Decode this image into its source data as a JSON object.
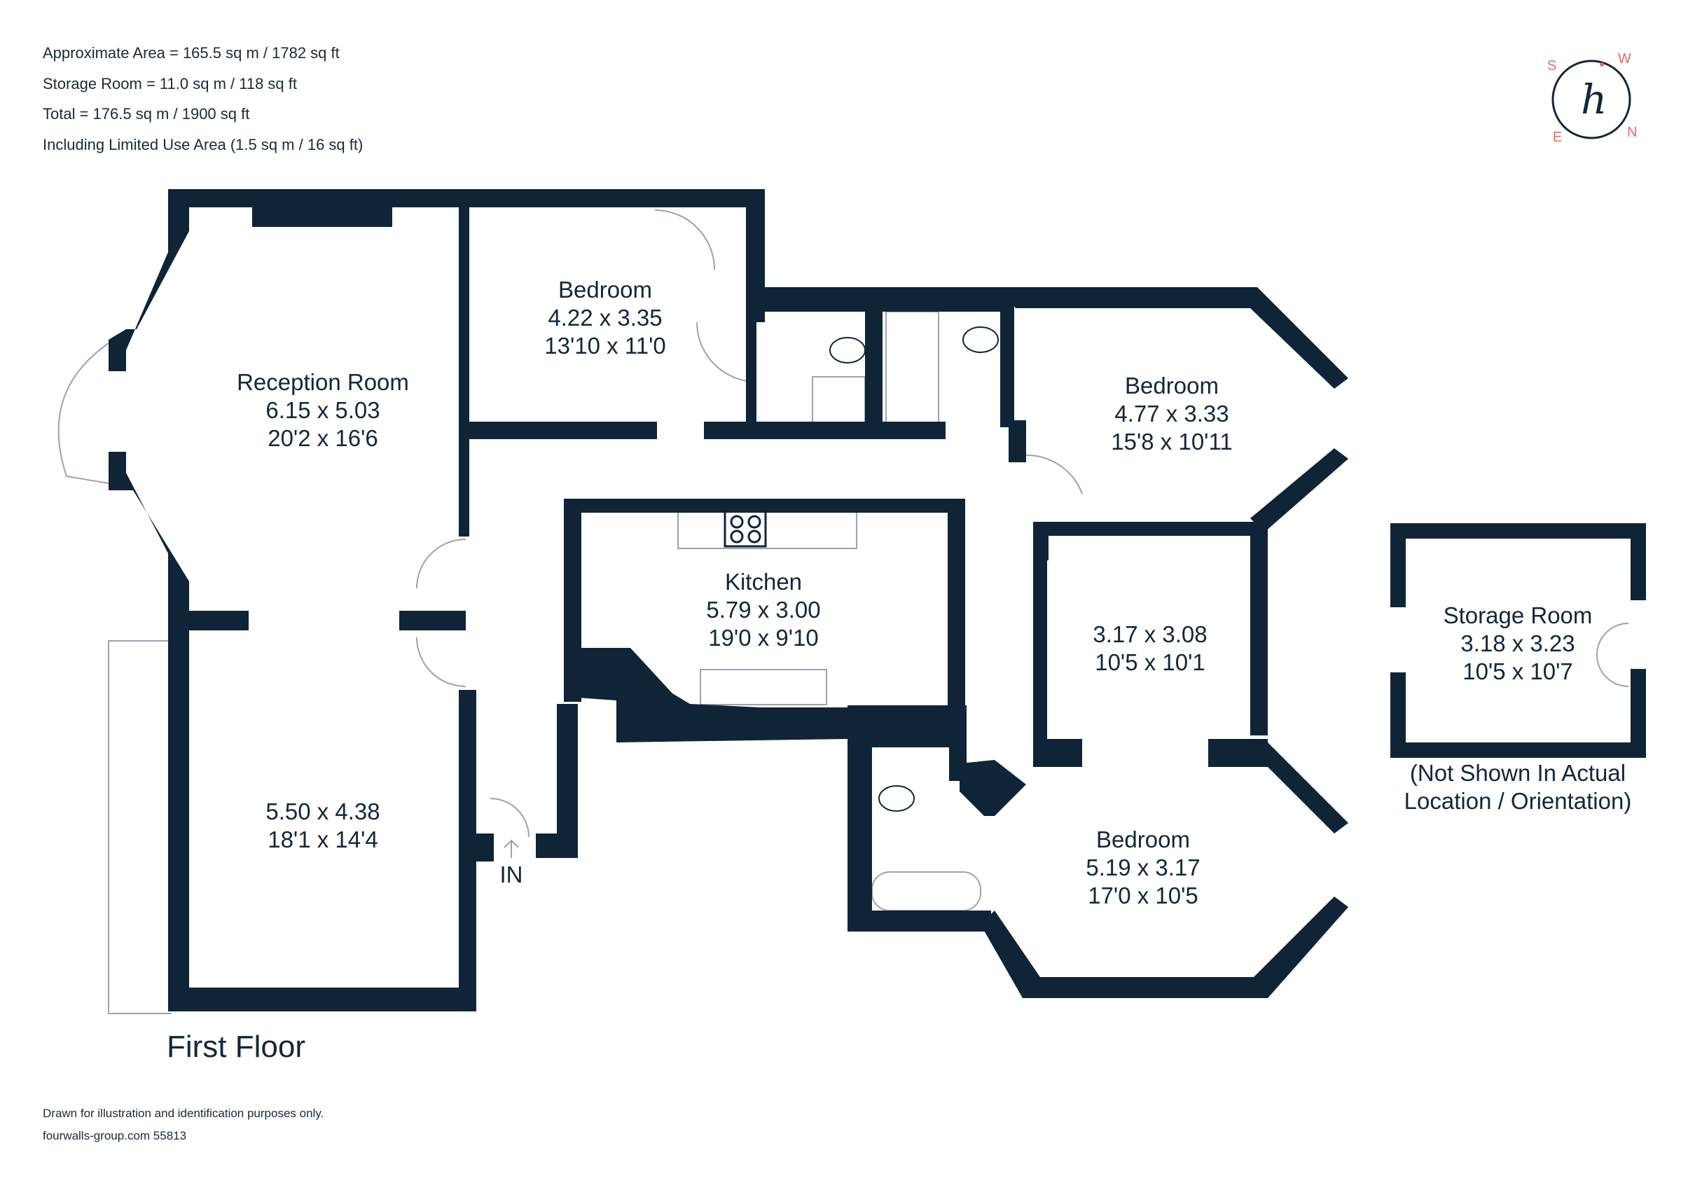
{
  "info": {
    "approx_area": "Approximate Area = 165.5 sq m / 1782 sq ft",
    "storage_area": "Storage Room = 11.0 sq m / 118 sq ft",
    "total_area": "Total = 176.5 sq m / 1900 sq ft",
    "limited_use": "Including Limited Use Area (1.5 sq m / 16 sq ft)"
  },
  "compass": {
    "logo_letter": "h",
    "s": "S",
    "w": "W",
    "e": "E",
    "n": "N",
    "accent_color": "#e8686a"
  },
  "rooms": {
    "reception": {
      "name": "Reception Room",
      "metric": "6.15 x 5.03",
      "imperial": "20'2 x 16'6"
    },
    "reception_lower": {
      "metric": "5.50 x 4.38",
      "imperial": "18'1 x 14'4"
    },
    "bedroom1": {
      "name": "Bedroom",
      "metric": "4.22 x 3.35",
      "imperial": "13'10 x 11'0"
    },
    "bedroom2": {
      "name": "Bedroom",
      "metric": "4.77 x 3.33",
      "imperial": "15'8 x 10'11"
    },
    "kitchen": {
      "name": "Kitchen",
      "metric": "5.79 x 3.00",
      "imperial": "19'0 x 9'10"
    },
    "room_mid": {
      "metric": "3.17 x 3.08",
      "imperial": "10'5 x 10'1"
    },
    "bedroom3": {
      "name": "Bedroom",
      "metric": "5.19 x 3.17",
      "imperial": "17'0 x 10'5"
    },
    "storage": {
      "name": "Storage Room",
      "metric": "3.18 x 3.23",
      "imperial": "10'5 x 10'7"
    }
  },
  "storage_note_line1": "(Not Shown In Actual",
  "storage_note_line2": "Location / Orientation)",
  "entrance_label": "IN",
  "floor_title": "First Floor",
  "footer": {
    "disclaimer": "Drawn for illustration and identification purposes only.",
    "reference": "fourwalls-group.com 55813"
  },
  "colors": {
    "wall": "#0f2437",
    "text": "#14263a"
  }
}
